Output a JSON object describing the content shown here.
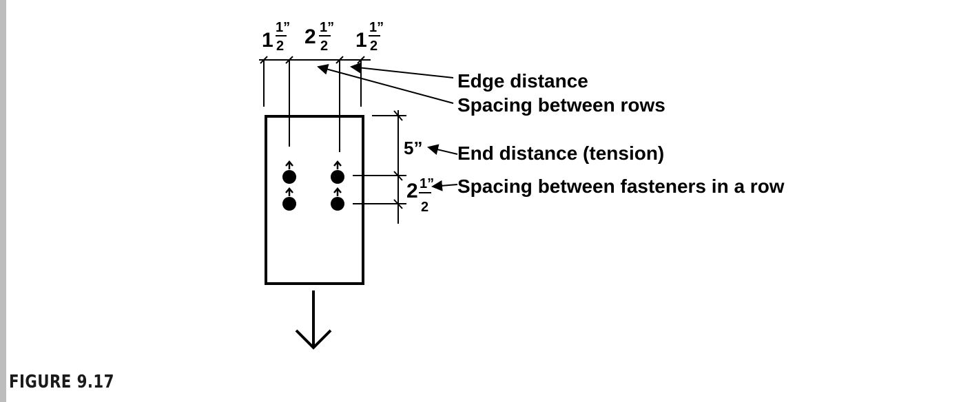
{
  "figure": {
    "caption": "FIGURE 9.17",
    "dimensions_top": [
      {
        "whole": "1",
        "num": "1”",
        "den": "2"
      },
      {
        "whole": "2",
        "num": "1”",
        "den": "2"
      },
      {
        "whole": "1",
        "num": "1”",
        "den": "2"
      }
    ],
    "dim_end": "5”",
    "dim_spacing": {
      "whole": "2",
      "num": "1”",
      "den": "2"
    },
    "labels": {
      "edge": "Edge distance",
      "rows": "Spacing between rows",
      "end": "End distance (tension)",
      "fasteners": "Spacing between fasteners in a row"
    }
  }
}
